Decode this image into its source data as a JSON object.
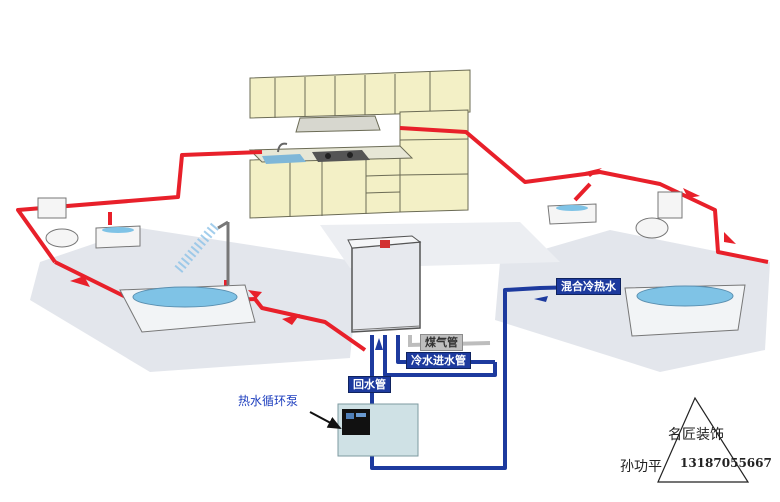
{
  "labels": {
    "mixed_water": "混合冷热水",
    "gas_pipe": "煤气管",
    "cold_inlet": "冷水进水管",
    "return_pipe": "回水管",
    "pump": "热水循环泵"
  },
  "watermark": {
    "company": "名匠装饰",
    "person": "孙功平",
    "phone": "13187055667"
  },
  "colors": {
    "hot_pipe": "#e8202a",
    "cold_pipe": "#1d3a9e",
    "gas_pipe": "#bdbdbd",
    "floor": "#e3e6ec",
    "cabinet": "#f3f0c6",
    "pump_panel": "#cfe1e5"
  },
  "icons": [
    "kitchen-cabinets-icon",
    "stove-icon",
    "water-heater-icon",
    "bathtub-icon",
    "toilet-icon",
    "sink-icon",
    "shower-icon",
    "circulation-pump-icon",
    "flow-arrow-icon"
  ]
}
